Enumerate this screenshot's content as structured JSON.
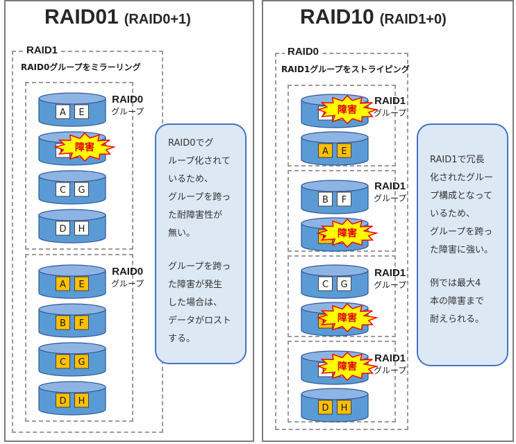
{
  "left": {
    "title": "RAID01",
    "subtitle": "(RAID0+1)",
    "outer_label": "RAID1",
    "outer_desc": "RAID0グループをミラーリング",
    "groups": [
      {
        "name": "RAID0",
        "suffix": "グループ",
        "disks": [
          {
            "cells": [
              "A",
              "E"
            ],
            "color": "#ffffff",
            "failed": false
          },
          {
            "cells": [
              "B",
              "F"
            ],
            "color": "#ffffff",
            "failed": true
          },
          {
            "cells": [
              "C",
              "G"
            ],
            "color": "#ffffff",
            "failed": false
          },
          {
            "cells": [
              "D",
              "H"
            ],
            "color": "#ffffff",
            "failed": false
          }
        ]
      },
      {
        "name": "RAID0",
        "suffix": "グループ",
        "disks": [
          {
            "cells": [
              "A",
              "E"
            ],
            "color": "#ffc000",
            "failed": false
          },
          {
            "cells": [
              "B",
              "F"
            ],
            "color": "#ffc000",
            "failed": false
          },
          {
            "cells": [
              "C",
              "G"
            ],
            "color": "#ffc000",
            "failed": false
          },
          {
            "cells": [
              "D",
              "H"
            ],
            "color": "#ffc000",
            "failed": false
          }
        ]
      }
    ],
    "note_para1": [
      "RAID0でグ",
      "ループ化されて",
      "いるため、",
      "グループを跨っ",
      "た耐障害性が",
      "無い。"
    ],
    "note_para2": [
      "グループを跨っ",
      "た障害が発生",
      "した場合は、",
      "データがロスト",
      "する。"
    ]
  },
  "right": {
    "title": "RAID10",
    "subtitle": "(RAID1+0)",
    "outer_label": "RAID0",
    "outer_desc": "RAID1グループをストライピング",
    "groups": [
      {
        "name": "RAID1",
        "suffix": "グループ",
        "disks": [
          {
            "cells": [
              "A",
              "E"
            ],
            "color": "#ffffff",
            "failed": true
          },
          {
            "cells": [
              "A",
              "E"
            ],
            "color": "#ffc000",
            "failed": false
          }
        ]
      },
      {
        "name": "RAID1",
        "suffix": "グループ",
        "disks": [
          {
            "cells": [
              "B",
              "F"
            ],
            "color": "#ffffff",
            "failed": false
          },
          {
            "cells": [
              "B",
              "F"
            ],
            "color": "#ffc000",
            "failed": true
          }
        ]
      },
      {
        "name": "RAID1",
        "suffix": "グループ",
        "disks": [
          {
            "cells": [
              "C",
              "G"
            ],
            "color": "#ffffff",
            "failed": false
          },
          {
            "cells": [
              "C",
              "G"
            ],
            "color": "#ffc000",
            "failed": true
          }
        ]
      },
      {
        "name": "RAID1",
        "suffix": "グループ",
        "disks": [
          {
            "cells": [
              "D",
              "H"
            ],
            "color": "#ffffff",
            "failed": true
          },
          {
            "cells": [
              "D",
              "H"
            ],
            "color": "#ffc000",
            "failed": false
          }
        ]
      }
    ],
    "note_para1": [
      "RAID1で冗長",
      "化されたグルー",
      "プ構成となって",
      "いるため、",
      "グループを跨っ",
      "た障害に強い。"
    ],
    "note_para2": [
      "例では最大4",
      "本の障害まで",
      "耐えられる。"
    ]
  },
  "failure_label": "障害",
  "colors": {
    "disk_fill": "#5b9bd5",
    "disk_top": "#8eb4e3",
    "disk_stroke": "#2f5597",
    "burst_fill": "#ffff00",
    "burst_stroke": "#ff0000",
    "failure_text": "#e00000",
    "note_bg": "#dde8f5",
    "note_border": "#4472c4"
  }
}
